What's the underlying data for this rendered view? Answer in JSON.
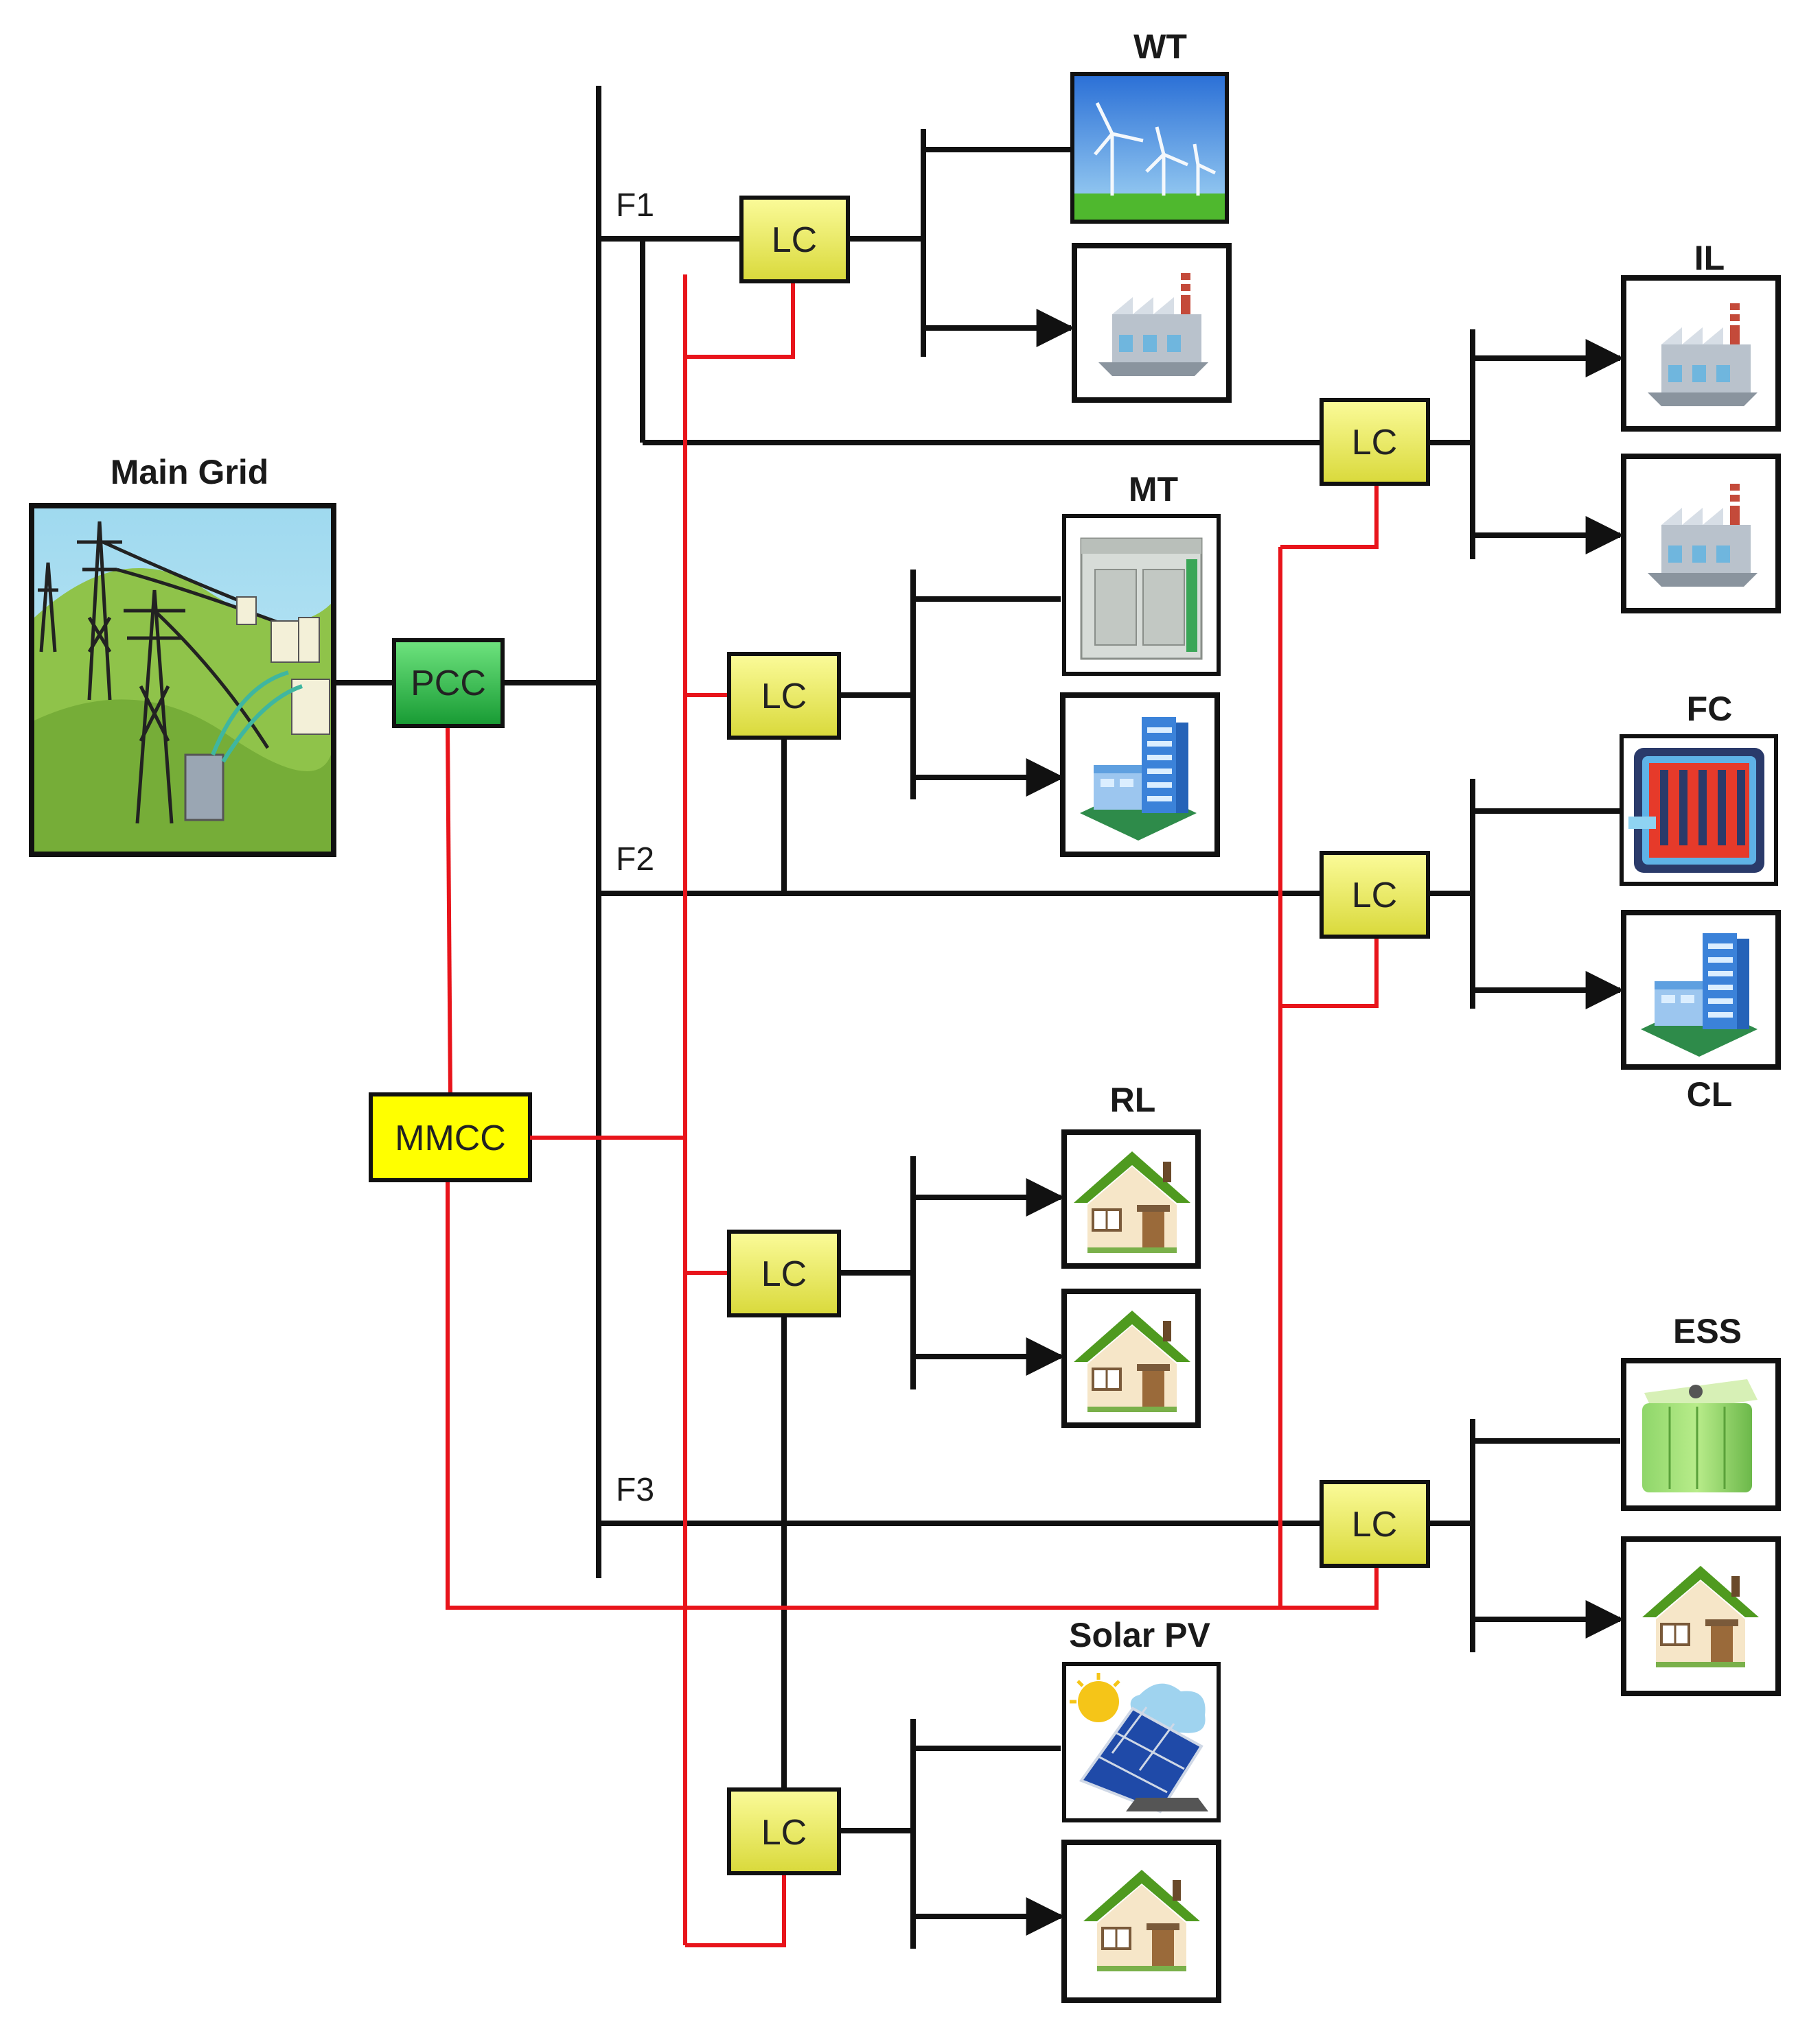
{
  "labels": {
    "main_grid": "Main Grid",
    "wt": "WT",
    "il": "IL",
    "mt": "MT",
    "fc": "FC",
    "cl": "CL",
    "rl": "RL",
    "ess": "ESS",
    "solar_pv": "Solar PV"
  },
  "feeders": {
    "f1": "F1",
    "f2": "F2",
    "f3": "F3"
  },
  "controllers": {
    "pcc": "PCC",
    "mmcc": "MMCC",
    "lc": "LC"
  },
  "colors": {
    "power_line": "#111111",
    "comm_line": "#e8141b",
    "lc_fill": "#f0f05a",
    "mmcc_fill": "#ffff00",
    "pcc_fill": "#2ec24a"
  },
  "icons": {
    "main_grid": "power-tower-landscape-icon",
    "wt": "wind-turbine-icon",
    "industrial_load": "factory-icon",
    "mt": "microturbine-icon",
    "commercial_load": "office-building-icon",
    "fc": "fuel-cell-icon",
    "residential_load": "house-icon",
    "ess": "battery-icon",
    "solar_pv": "solar-panel-icon"
  }
}
